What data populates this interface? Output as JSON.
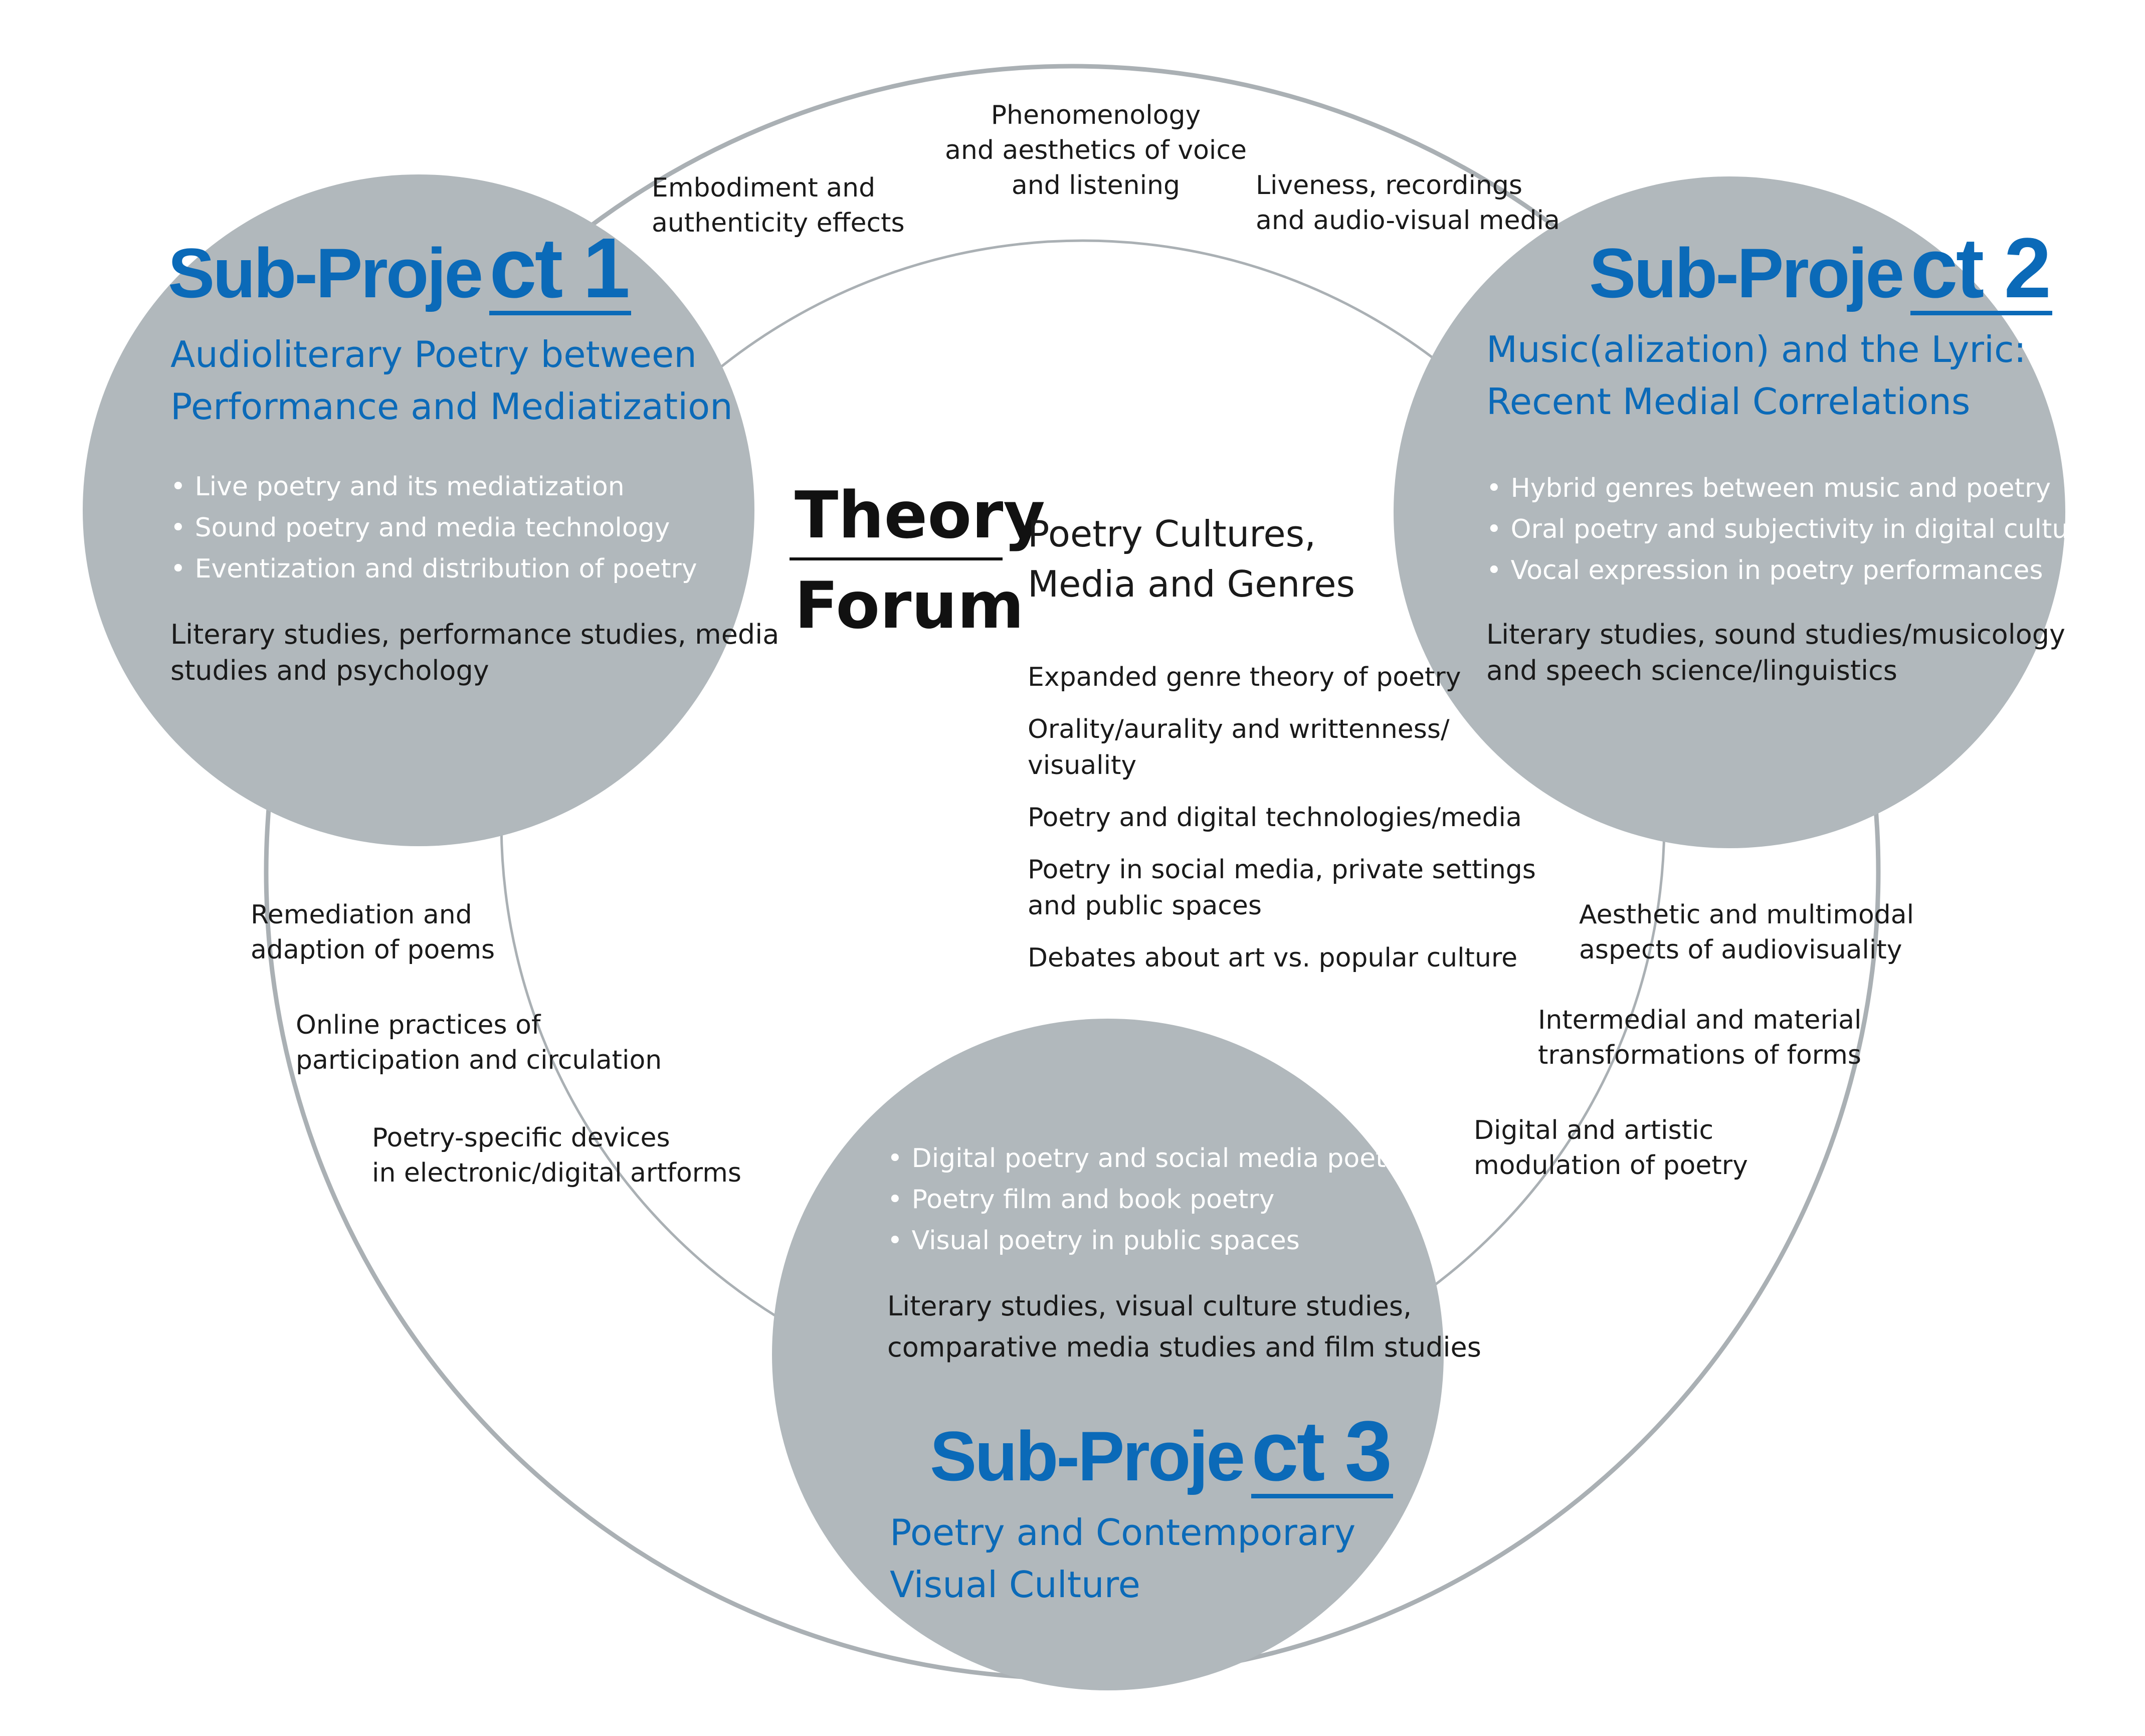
{
  "colors": {
    "circle_fill": "#b1b8bc",
    "ring_stroke": "#aab0b4",
    "accent": "#0b6ab8",
    "bullet_text": "#ffffff"
  },
  "theory_forum": {
    "word1": "Theory",
    "word2": "Forum",
    "subtitle": "Poetry Cultures,\nMedia and Genres",
    "topics": [
      "Expanded genre theory of poetry",
      "Orality/aurality and writtenness/\nvisuality",
      "Poetry and digital technologies/media",
      "Poetry in social media, private settings\nand public spaces",
      "Debates about art vs. popular culture"
    ]
  },
  "sub_projects": [
    {
      "title": "Sub-Proje",
      "title_end": "ct",
      "number": "1",
      "subtitle": "Audioliterary Poetry between\nPerformance and Mediatization",
      "bullets": [
        "Live poetry and its mediatization",
        "Sound poetry and media technology",
        "Eventization and distribution of poetry"
      ],
      "fields": "Literary studies, performance studies, media\nstudies and psychology"
    },
    {
      "title": "Sub-Proje",
      "title_end": "ct",
      "number": "2",
      "subtitle": "Music(alization) and the Lyric:\nRecent Medial Correlations",
      "bullets": [
        "Hybrid genres between music and poetry",
        "Oral poetry and subjectivity in digital culture",
        "Vocal expression in poetry performances"
      ],
      "fields": "Literary studies, sound studies/musicology\nand speech science/linguistics"
    },
    {
      "title": "Sub-Proje",
      "title_end": "ct",
      "number": "3",
      "subtitle": "Poetry and Contemporary\nVisual Culture",
      "bullets": [
        "Digital poetry and social media poetry",
        "Poetry film and book poetry",
        "Visual poetry in public spaces"
      ],
      "fields": "Literary studies, visual culture studies,\ncomparative media studies and film studies"
    }
  ],
  "connections": {
    "top": [
      "Embodiment and\nauthenticity effects",
      "Phenomenology\nand aesthetics of voice\nand listening",
      "Liveness, recordings\nand audio-visual media"
    ],
    "left": [
      "Remediation and\nadaption of poems",
      "Online practices of\nparticipation and circulation",
      "Poetry-specific devices\nin electronic/digital artforms"
    ],
    "right": [
      "Aesthetic and multimodal\naspects of audiovisuality",
      "Intermedial and material\ntransformations of forms",
      "Digital and artistic\nmodulation of poetry"
    ]
  }
}
